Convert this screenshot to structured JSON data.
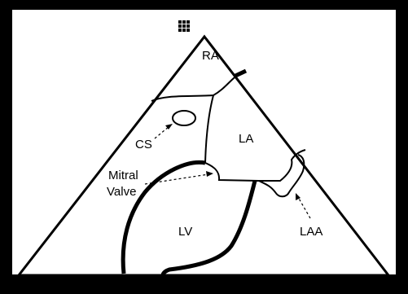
{
  "labels": {
    "ra": "RA",
    "la": "LA",
    "cs": "CS",
    "mitral_line1": "Mitral",
    "mitral_line2": "Valve",
    "lv": "LV",
    "laa": "LAA"
  },
  "icon": "grid-icon",
  "colors": {
    "frame": "#000000",
    "background": "#ffffff",
    "stroke": "#000000"
  }
}
